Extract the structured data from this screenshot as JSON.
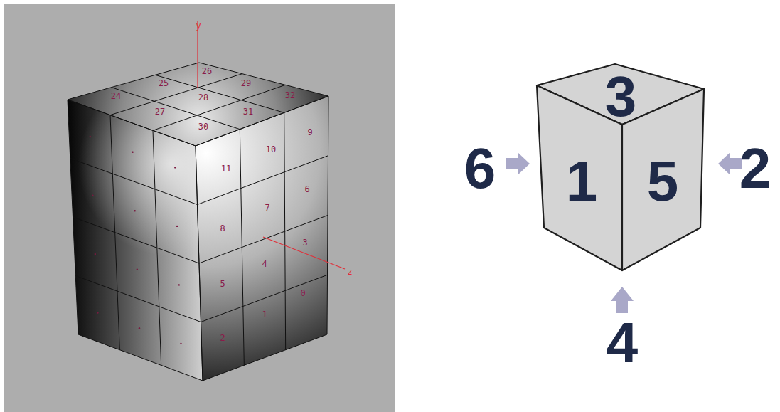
{
  "diagram": {
    "nodes": [
      {
        "text": [
          "3"
        ]
      },
      {
        "text": [
          "1"
        ]
      },
      {
        "text": [
          "5"
        ]
      }
    ],
    "labels": [
      "y",
      "26",
      "25",
      "24",
      "29",
      "28",
      "27",
      "32",
      "31",
      "30",
      "11",
      "10",
      "9",
      "8",
      "7",
      "6",
      "5",
      "4",
      "3",
      "2",
      "1",
      "0",
      "z",
      "6",
      "2",
      "4"
    ]
  }
}
